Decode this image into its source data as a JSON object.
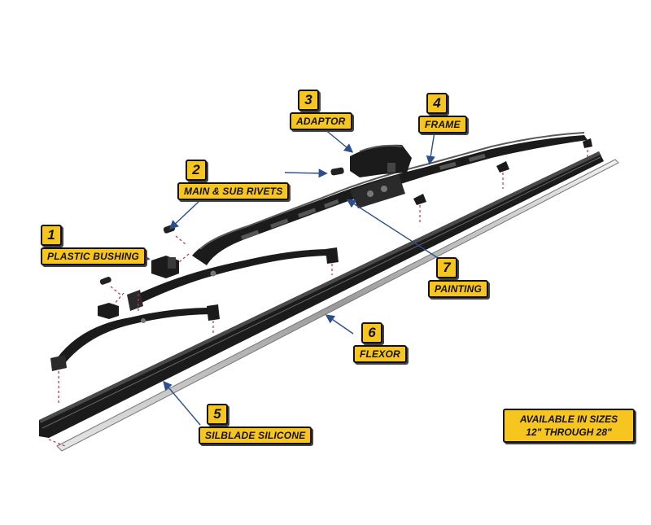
{
  "labels": [
    {
      "number": "1",
      "text": "PLASTIC BUSHING"
    },
    {
      "number": "2",
      "text": "MAIN & SUB RIVETS"
    },
    {
      "number": "3",
      "text": "ADAPTOR"
    },
    {
      "number": "4",
      "text": "FRAME"
    },
    {
      "number": "5",
      "text": "SILBLADE SILICONE"
    },
    {
      "number": "6",
      "text": "FLEXOR"
    },
    {
      "number": "7",
      "text": "PAINTING"
    }
  ],
  "availability": {
    "line1": "AVAILABLE IN SIZES",
    "line2": "12\" THROUGH 28\""
  },
  "colors": {
    "label_fill": "#f6c520",
    "pointer": "#2b4e8c",
    "dash": "#d02a4a",
    "part": "#1b1b1b"
  }
}
